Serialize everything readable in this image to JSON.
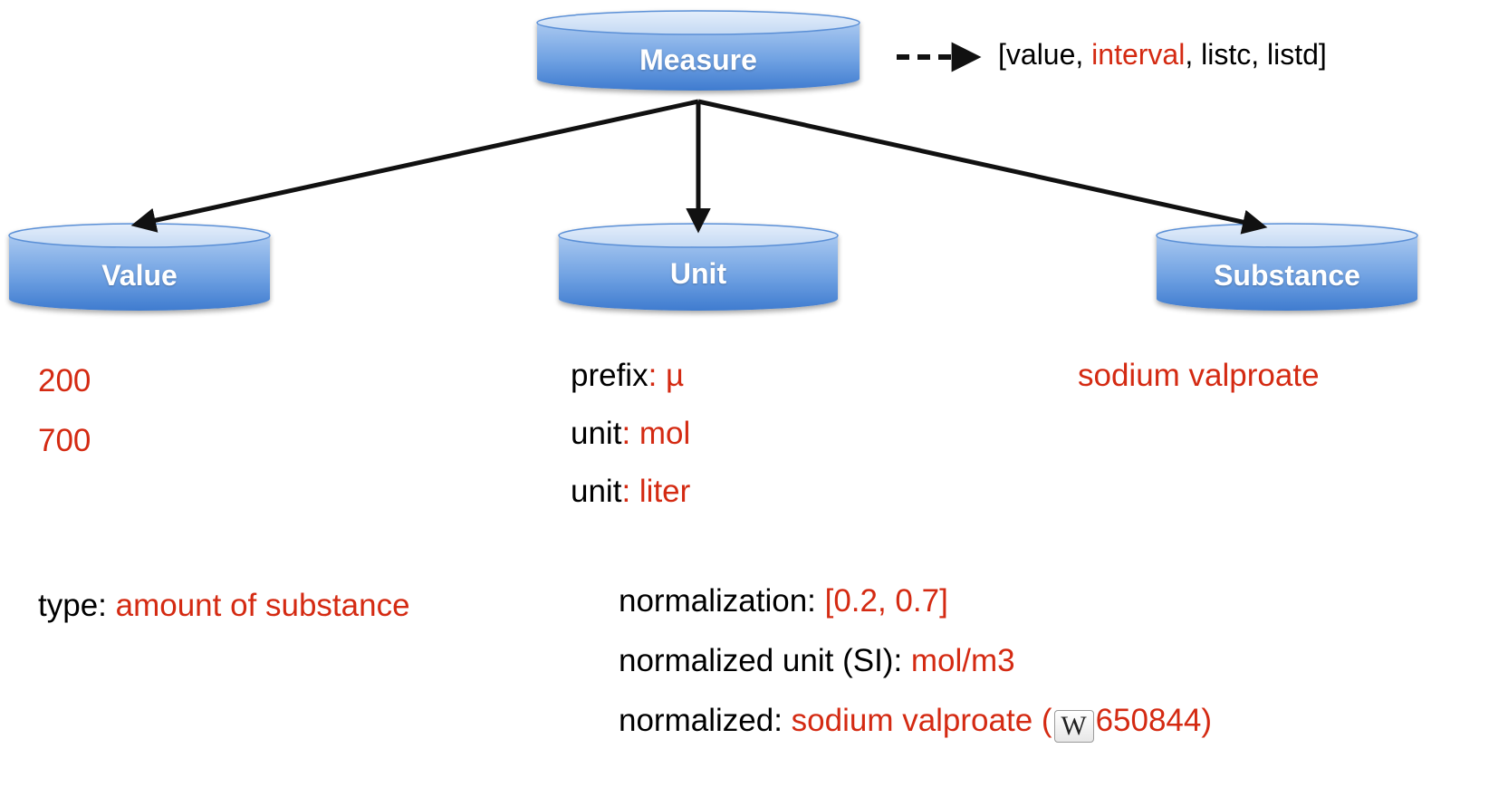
{
  "nodes": {
    "measure": "Measure",
    "value": "Value",
    "unit": "Unit",
    "substance": "Substance"
  },
  "legend": {
    "open": "[value, ",
    "highlight": "interval",
    "rest": ", listc, listd]"
  },
  "value_items": [
    "200",
    "700"
  ],
  "unit_items": [
    {
      "key": "prefix",
      "sep": ": ",
      "val": "µ"
    },
    {
      "key": "unit",
      "sep": ": ",
      "val": "mol"
    },
    {
      "key": "unit",
      "sep": ": ",
      "val": "liter"
    }
  ],
  "substance_item": "sodium valproate",
  "type_line": {
    "key": "type: ",
    "val": "amount of substance"
  },
  "normalization": [
    {
      "key": "normalization: ",
      "val": "[0.2, 0.7]"
    },
    {
      "key": "normalized unit (SI): ",
      "val": "mol/m3"
    }
  ],
  "normalized_line": {
    "key": "normalized: ",
    "val_before": "sodium valproate (",
    "icon_glyph": "W",
    "icon": "wikipedia-icon",
    "val_after": "650844)"
  },
  "colors": {
    "accent_red": "#d42a12",
    "node_blue_light": "#c9dcf4",
    "node_blue_dark": "#4f8bd8",
    "arrow": "#111111"
  }
}
